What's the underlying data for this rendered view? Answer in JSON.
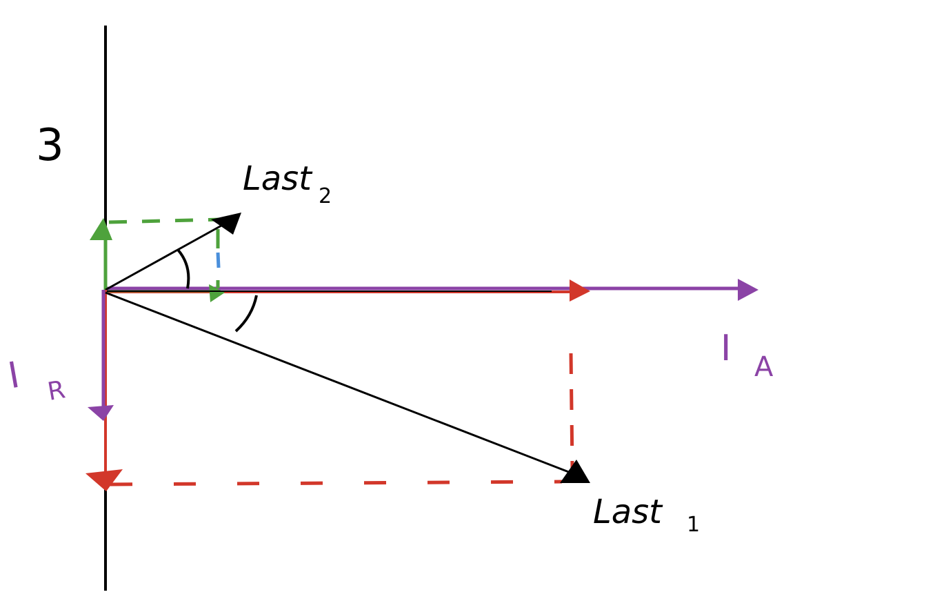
{
  "diagram": {
    "number_label": "3",
    "last2": {
      "main": "Last",
      "sub": "2"
    },
    "last1": {
      "main": "Last",
      "sub": "1"
    },
    "ia": {
      "main": "I",
      "sub": "A"
    },
    "ir": {
      "main": "I",
      "sub": "R"
    }
  },
  "colors": {
    "axis": "#000000",
    "purple": "#8b43a6",
    "red": "#d2372a",
    "green": "#4ea23c",
    "blue": "#4a8fdb"
  }
}
